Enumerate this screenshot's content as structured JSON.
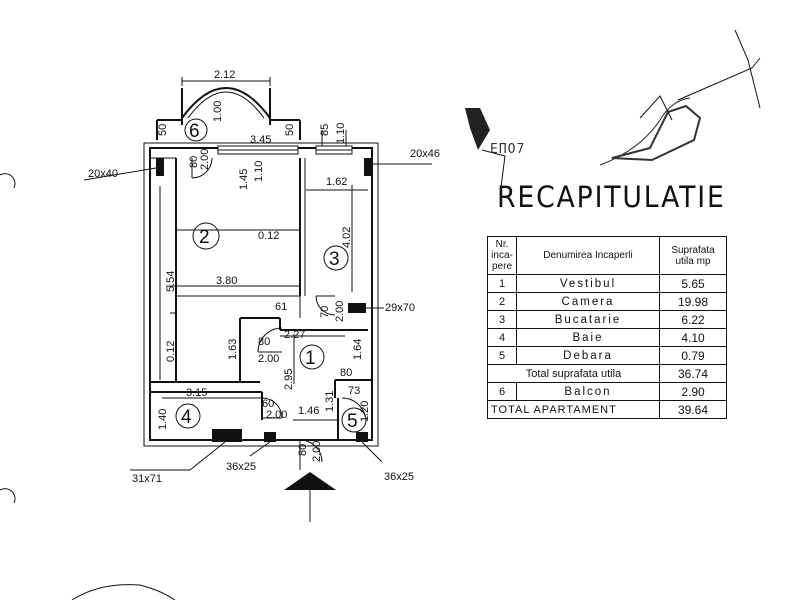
{
  "plan": {
    "dimensions": {
      "balcony_width": "2.12",
      "balcony_depth": "1.00",
      "balcony_side_left": "50",
      "balcony_side_right": "50",
      "window_width": "3.45",
      "window2_width": "85",
      "window2_height": "1.10",
      "pillar_left": "20x40",
      "pillar_right": "20x46",
      "door6_width": "80",
      "door6_height": "2.00",
      "room2_sill": "1.45",
      "room2_head": "1.10",
      "kitchen_width": "1.62",
      "kitchen_length": "4.02",
      "partition_a": "0.12",
      "room2_length": "5.54",
      "room2_width": "3.80",
      "nib_61": "61",
      "door3_width": "70",
      "door3_height": "2.00",
      "column_kitchen": "29x70",
      "hall_width": "2.27",
      "door_hall_width": "80",
      "door_hall_height": "2.00",
      "hall_depth": "1.63",
      "partition_b": "0.12",
      "hall_length": "2.95",
      "storage_depth": "1.64",
      "storage_door": "80",
      "bath_length": "3.15",
      "bath_depth": "1.40",
      "door4_width": "60",
      "door4_height": "2.00",
      "corridor_width": "1.46",
      "corridor_depth": "1.31",
      "debara_width": "73",
      "debara_depth": "1.20",
      "entry_door_width": "80",
      "entry_door_height": "2.00",
      "column_bath": "31x71",
      "column_mid": "36x25",
      "column_right": "36x25"
    },
    "rooms": [
      "1",
      "2",
      "3",
      "4",
      "5",
      "6"
    ]
  },
  "stamp_label": "ЕПО7",
  "recap": {
    "title": "RECAPITULATIE",
    "headers": {
      "nr": "Nr. inca- pere",
      "name": "Denumirea Incaperli",
      "area": "Suprafata utila mp"
    },
    "rows": [
      {
        "nr": "1",
        "name": "Vestibul",
        "area": "5.65"
      },
      {
        "nr": "2",
        "name": "Camera",
        "area": "19.98"
      },
      {
        "nr": "3",
        "name": "Bucatarie",
        "area": "6.22"
      },
      {
        "nr": "4",
        "name": "Baie",
        "area": "4.10"
      },
      {
        "nr": "5",
        "name": "Debara",
        "area": "0.79"
      }
    ],
    "total_useful": {
      "label": "Total suprafata utila",
      "value": "36.74"
    },
    "balcony": {
      "nr": "6",
      "name": "Balcon",
      "area": "2.90"
    },
    "grand_total": {
      "label": "TOTAL APARTAMENT",
      "value": "39.64"
    }
  },
  "colors": {
    "ink": "#111111",
    "paper": "#ffffff"
  }
}
